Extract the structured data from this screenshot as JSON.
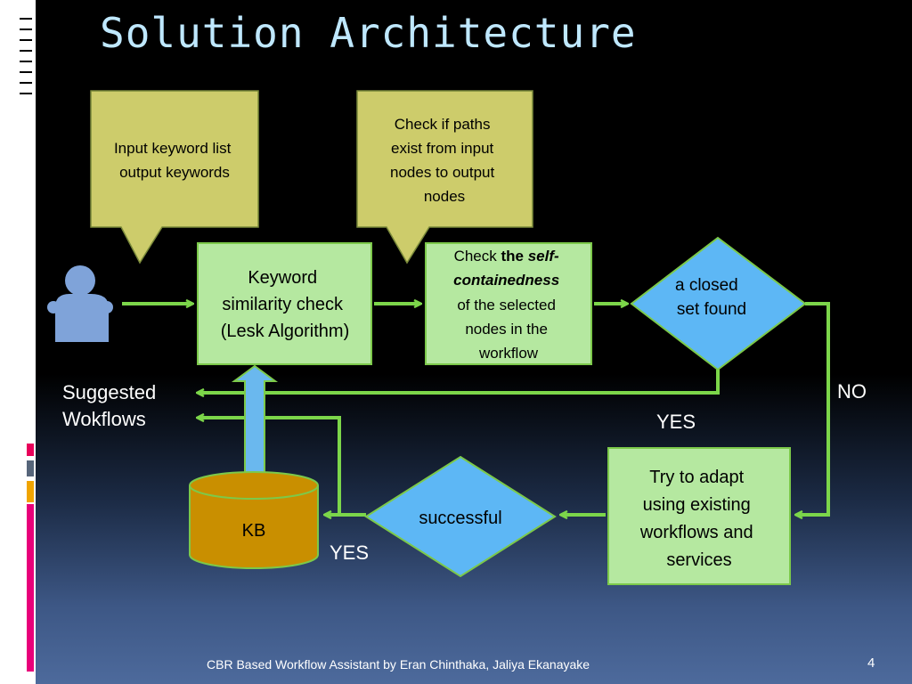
{
  "slide": {
    "title": "Solution Architecture",
    "footer": "CBR Based Workflow Assistant by Eran Chinthaka, Jaliya Ekanayake",
    "page_number": "4"
  },
  "callouts": {
    "input": [
      "Input keyword list",
      "output keywords"
    ],
    "paths": [
      "Check if paths",
      "exist from input",
      "nodes to output",
      "nodes"
    ]
  },
  "nodes": {
    "keyword_check": [
      "Keyword",
      "similarity check",
      "(Lesk Algorithm)"
    ],
    "self_contained": {
      "line1_normal": "Check ",
      "line1_bold": "the ",
      "line1_bold_italic": "self-",
      "line2_bold_italic": "containedness",
      "rest": [
        "of the selected",
        "nodes in the",
        "workflow"
      ]
    },
    "closed_set": [
      "a closed",
      "set found"
    ],
    "adapt": [
      "Try to adapt",
      "using existing",
      "workflows and",
      "services"
    ],
    "successful": "successful",
    "kb": "KB"
  },
  "labels": {
    "suggested": [
      "Suggested",
      "Wokflows"
    ],
    "no": "NO",
    "yes_right": "YES",
    "yes_bottom": "YES"
  },
  "colors": {
    "callout_fill": "#cdcc6b",
    "process_fill": "#b5e8a0",
    "process_border": "#7cc94a",
    "decision_fill": "#5db7f5",
    "arrow_green": "#7cd64a",
    "kb_fill": "#c98f00",
    "up_arrow_fill": "#6ab8ee",
    "title_color": "#bfe8ff"
  },
  "icons": {
    "person": "person-icon"
  }
}
